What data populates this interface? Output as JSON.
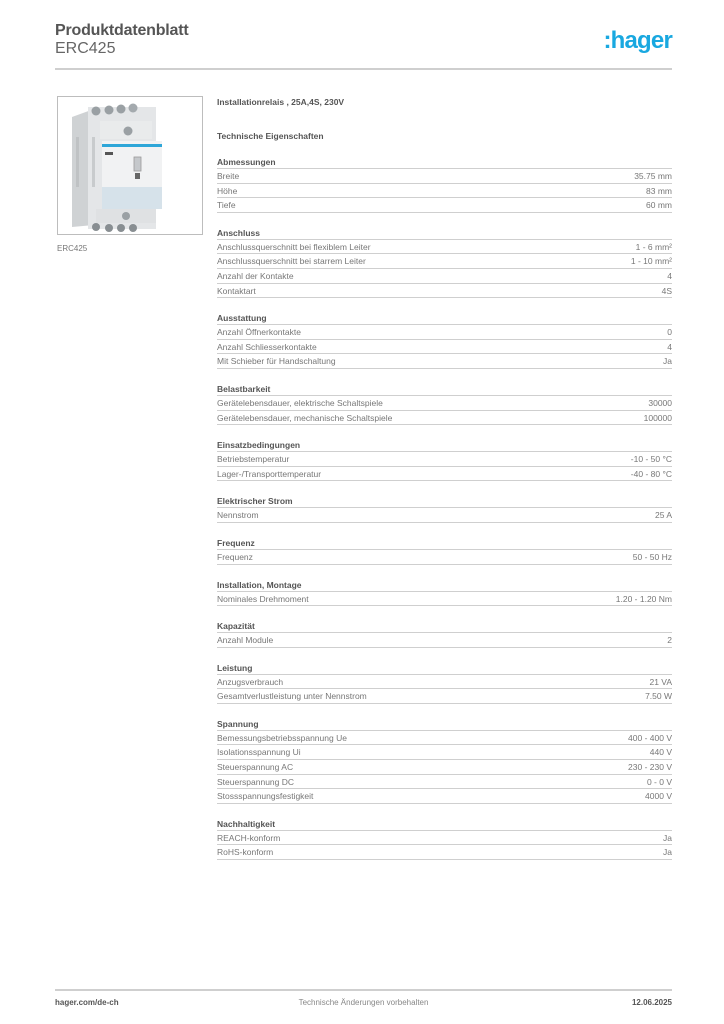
{
  "header": {
    "title": "Produktdatenblatt",
    "product_code": "ERC425",
    "logo": ":hager",
    "logo_color": "#19a8e0"
  },
  "product": {
    "image_caption": "ERC425",
    "description": "Installationrelais , 25A,4S, 230V",
    "tech_title": "Technische Eigenschaften"
  },
  "sections": [
    {
      "title": "Abmessungen",
      "rows": [
        {
          "label": "Breite",
          "value": "35.75 mm"
        },
        {
          "label": "Höhe",
          "value": "83 mm"
        },
        {
          "label": "Tiefe",
          "value": "60 mm"
        }
      ]
    },
    {
      "title": "Anschluss",
      "rows": [
        {
          "label": "Anschlussquerschnitt bei flexiblem Leiter",
          "value": "1 - 6 mm²"
        },
        {
          "label": "Anschlussquerschnitt bei starrem Leiter",
          "value": "1 - 10 mm²"
        },
        {
          "label": "Anzahl der Kontakte",
          "value": "4"
        },
        {
          "label": "Kontaktart",
          "value": "4S"
        }
      ]
    },
    {
      "title": "Ausstattung",
      "rows": [
        {
          "label": "Anzahl Öffnerkontakte",
          "value": "0"
        },
        {
          "label": "Anzahl Schliesserkontakte",
          "value": "4"
        },
        {
          "label": "Mit Schieber für Handschaltung",
          "value": "Ja"
        }
      ]
    },
    {
      "title": "Belastbarkeit",
      "rows": [
        {
          "label": "Gerätelebensdauer, elektrische Schaltspiele",
          "value": "30000"
        },
        {
          "label": "Gerätelebensdauer, mechanische Schaltspiele",
          "value": "100000"
        }
      ]
    },
    {
      "title": "Einsatzbedingungen",
      "rows": [
        {
          "label": "Betriebstemperatur",
          "value": "-10 - 50 °C"
        },
        {
          "label": "Lager-/Transporttemperatur",
          "value": "-40 - 80 °C"
        }
      ]
    },
    {
      "title": "Elektrischer Strom",
      "rows": [
        {
          "label": "Nennstrom",
          "value": "25 A"
        }
      ]
    },
    {
      "title": "Frequenz",
      "rows": [
        {
          "label": "Frequenz",
          "value": "50 - 50 Hz"
        }
      ]
    },
    {
      "title": "Installation, Montage",
      "rows": [
        {
          "label": "Nominales Drehmoment",
          "value": "1.20 - 1.20 Nm"
        }
      ]
    },
    {
      "title": "Kapazität",
      "rows": [
        {
          "label": "Anzahl Module",
          "value": "2"
        }
      ]
    },
    {
      "title": "Leistung",
      "rows": [
        {
          "label": "Anzugsverbrauch",
          "value": "21 VA"
        },
        {
          "label": "Gesamtverlustleistung unter Nennstrom",
          "value": "7.50 W"
        }
      ]
    },
    {
      "title": "Spannung",
      "rows": [
        {
          "label": "Bemessungsbetriebsspannung Ue",
          "value": "400 - 400 V"
        },
        {
          "label": "Isolationsspannung Ui",
          "value": "440 V"
        },
        {
          "label": "Steuerspannung AC",
          "value": "230 - 230 V"
        },
        {
          "label": "Steuerspannung DC",
          "value": "0 - 0 V"
        },
        {
          "label": "Stossspannungsfestigkeit",
          "value": "4000 V"
        }
      ]
    },
    {
      "title": "Nachhaltigkeit",
      "rows": [
        {
          "label": "REACH-konform",
          "value": "Ja"
        },
        {
          "label": "RoHS-konform",
          "value": "Ja"
        }
      ]
    }
  ],
  "footer": {
    "website": "hager.com/de-ch",
    "disclaimer": "Technische Änderungen vorbehalten",
    "date": "12.06.2025"
  }
}
